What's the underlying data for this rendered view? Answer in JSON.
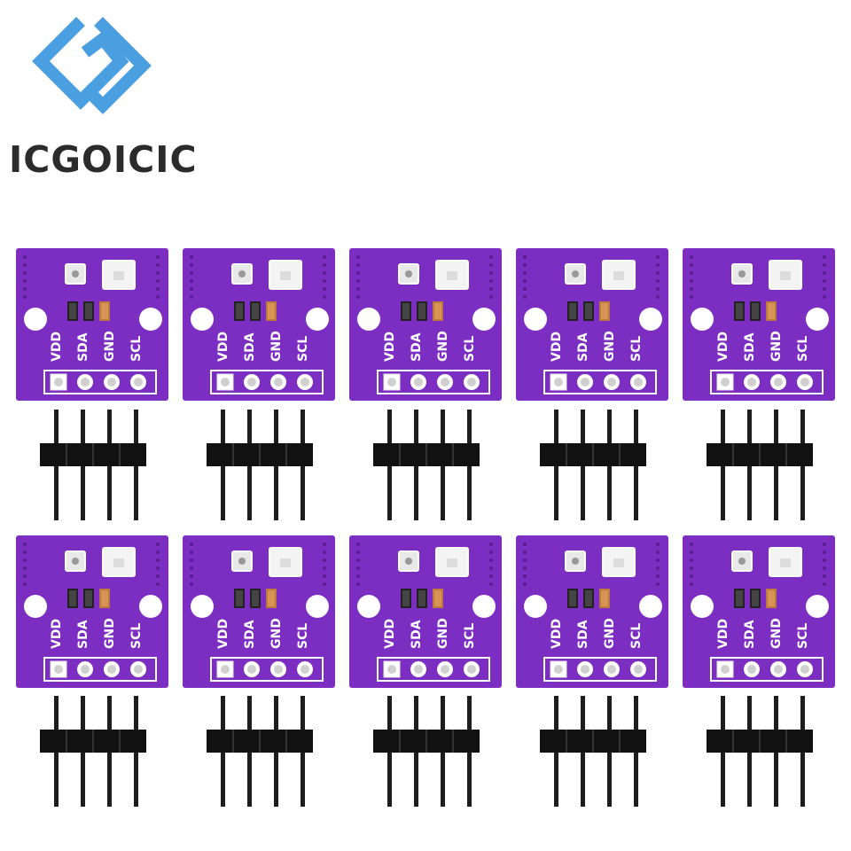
{
  "brand": {
    "name": "ICGOICIC",
    "accent": "#4a9fe0",
    "text_color": "#2b2b2b"
  },
  "board": {
    "pcb_color": "#7d2ec2",
    "pin_labels": [
      "VDD",
      "SDA",
      "GND",
      "SCL"
    ]
  },
  "product": {
    "board_count": 10,
    "header_count": 10
  }
}
